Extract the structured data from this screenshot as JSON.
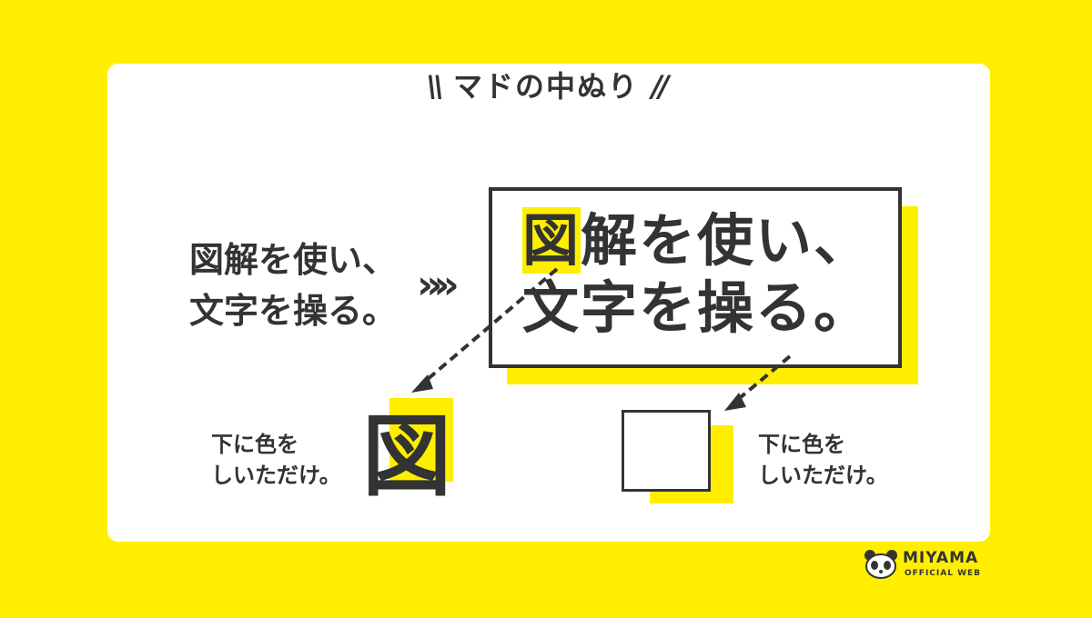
{
  "heading": {
    "text": "マドの中ぬり",
    "slash_left": "\\\\",
    "slash_right": "//"
  },
  "example_small": {
    "line1": "図解を使い、",
    "line2": "文字を操る。"
  },
  "chevrons_icon": "»»",
  "example_big": {
    "line1_highlight": "図",
    "line1_rest": "解を使い、",
    "line2": "文字を操る。"
  },
  "caption_left": {
    "line1": "下に色を",
    "line2": "しいただけ。"
  },
  "zu_glyph": "図",
  "caption_right": {
    "line1": "下に色を",
    "line2": "しいただけ。"
  },
  "logo": {
    "title": "MIYAMA",
    "subtitle": "OFFICIAL WEB",
    "icon": "panda-icon"
  },
  "colors": {
    "background": "#FFEE00",
    "card": "#FFFFFF",
    "text": "#333333",
    "accent": "#FFEE00"
  }
}
